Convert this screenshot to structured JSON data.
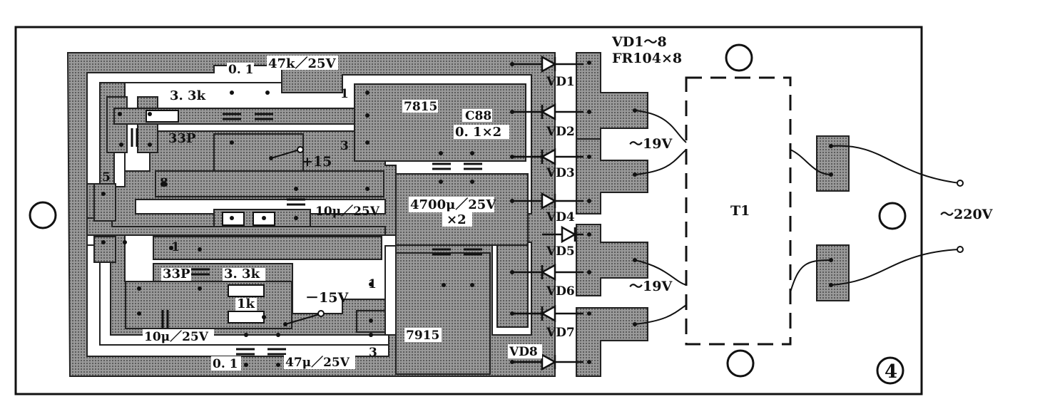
{
  "figure_number": "④",
  "colors": {
    "copper": "#8a8a8a",
    "outline": "#111111",
    "board": "#ffffff"
  },
  "labels": {
    "vd_range": "VD1～8",
    "vd_part": "FR104×8",
    "r_33k_top": "3. 3k",
    "c_01_top": "0. 1",
    "c_47k_top": "47k／25V",
    "c_33p_top": "33P",
    "plus15": "+15",
    "pin1_top": "1",
    "pin3_top": "3",
    "pin8": "8",
    "pin5": "5",
    "ic_7815": "7815",
    "c88": "C88",
    "c_01x2": "0. 1×2",
    "c_10u_top": "10μ／25V",
    "c_4700u": "4700μ／25V",
    "x2": "×2",
    "pin1_left": "1",
    "c_33p_bot": "33P",
    "r_33k_bot": "3. 3k",
    "r_1k": "1k",
    "minus15": "－15V",
    "pin1_bot": "1",
    "c_10u_bot": "10μ／25V",
    "c_01_bot": "0. 1",
    "c_47u_bot": "47μ／25V",
    "pin3_bot": "3",
    "ic_7915": "7915",
    "vd1": "VD1",
    "vd2": "VD2",
    "vd3": "VD3",
    "vd4": "VD4",
    "vd5": "VD5",
    "vd6": "VD6",
    "vd7": "VD7",
    "vd8": "VD8",
    "ac19_top": "～19V",
    "ac19_bot": "～19V",
    "t1": "T1",
    "ac220": "～220V"
  }
}
